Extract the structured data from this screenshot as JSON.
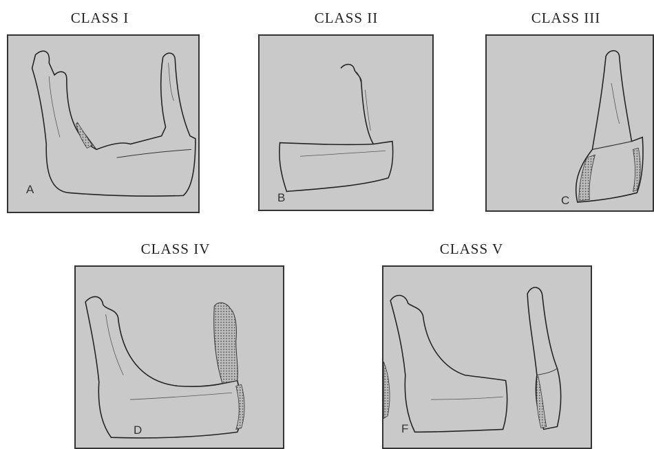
{
  "panels": [
    {
      "title": "CLASS I",
      "letter": "A"
    },
    {
      "title": "CLASS II",
      "letter": "B"
    },
    {
      "title": "CLASS III",
      "letter": "C"
    },
    {
      "title": "CLASS IV",
      "letter": "D"
    },
    {
      "title": "CLASS V",
      "letter": "F"
    }
  ]
}
